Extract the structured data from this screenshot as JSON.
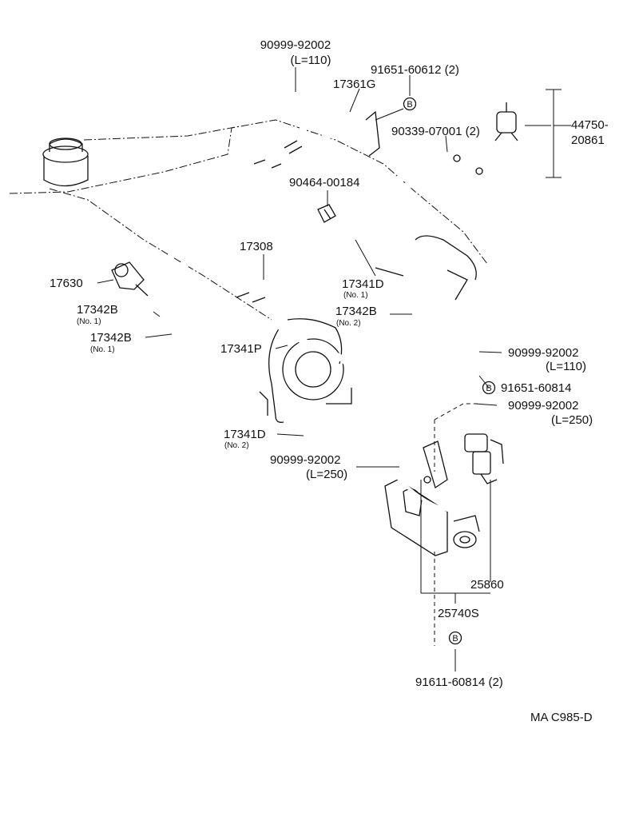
{
  "diagram": {
    "code": "MA C985-D",
    "bolt_symbol": "B",
    "labels": {
      "hose_top_part": "90999-92002",
      "hose_top_len": "(L=110)",
      "bolt_top_part": "91651-60612 (2)",
      "pipe_17361g": "17361G",
      "clamp_90339": "90339-07001 (2)",
      "vsv_44750": "44750-",
      "vsv_20861": "20861",
      "clip_90464": "90464-00184",
      "hose_17308": "17308",
      "hose_17341d_no1": "17341D",
      "hose_17341d_no1_sub": "(No. 1)",
      "part_17630": "17630",
      "hose_17342b_a": "17342B",
      "hose_17342b_a_sub": "(No. 1)",
      "hose_17342b_b": "17342B",
      "hose_17342b_b_sub": "(No. 1)",
      "hose_17342b_c": "17342B",
      "hose_17342b_c_sub": "(No. 2)",
      "hose_17341p": "17341P",
      "hose_right_part": "90999-92002",
      "hose_right_len": "(L=110)",
      "bolt_right": "91651-60814",
      "hose_long_part": "90999-92002",
      "hose_long_len": "(L=250)",
      "hose_17341d_no2": "17341D",
      "hose_17341d_no2_sub": "(No. 2)",
      "hose_center_part": "90999-92002",
      "hose_center_len": "(L=250)",
      "vsv_25860": "25860",
      "bracket_25740s": "25740S",
      "bolt_bottom": "91611-60814 (2)"
    }
  }
}
